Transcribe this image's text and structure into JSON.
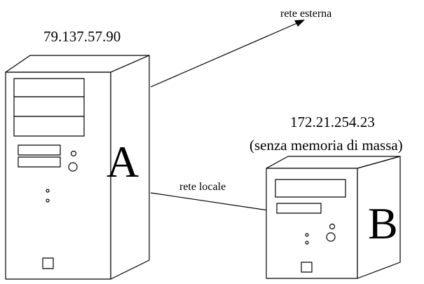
{
  "computer_a": {
    "ip": "79.137.57.90",
    "letter": "A",
    "letter_color": "#0a14d8",
    "icon": "tower-computer-icon"
  },
  "computer_b": {
    "ip": "172.21.254.23",
    "note": "(senza memoria di massa)",
    "letter": "B",
    "letter_color": "#0a14d8",
    "icon": "tower-computer-icon"
  },
  "links": {
    "external": "rete esterna",
    "local": "rete locale"
  }
}
